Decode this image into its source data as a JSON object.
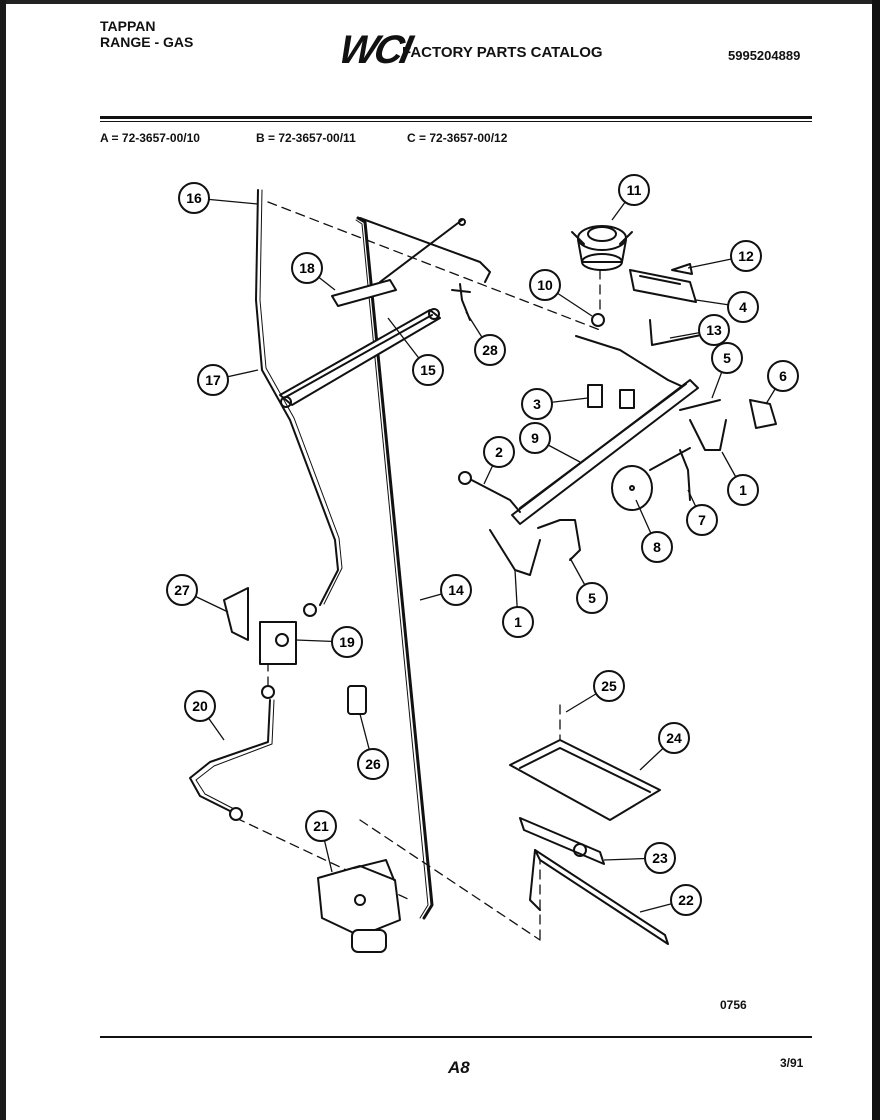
{
  "header": {
    "brand_line1": "TAPPAN",
    "brand_line2": "RANGE - GAS",
    "logo": "WCI",
    "catalog_title": "FACTORY PARTS CATALOG",
    "catalog_number": "5995204889"
  },
  "models": {
    "a": "A = 72-3657-00/10",
    "b": "B = 72-3657-00/11",
    "c": "C = 72-3657-00/12"
  },
  "diagram": {
    "callouts": [
      "16",
      "18",
      "11",
      "12",
      "10",
      "4",
      "13",
      "28",
      "15",
      "17",
      "5",
      "6",
      "3",
      "9",
      "2",
      "1",
      "7",
      "8",
      "1",
      "5",
      "14",
      "27",
      "19",
      "25",
      "20",
      "24",
      "26",
      "21",
      "23",
      "22"
    ]
  },
  "footer": {
    "drawing_code": "0756",
    "page": "A8",
    "date": "3/91"
  }
}
